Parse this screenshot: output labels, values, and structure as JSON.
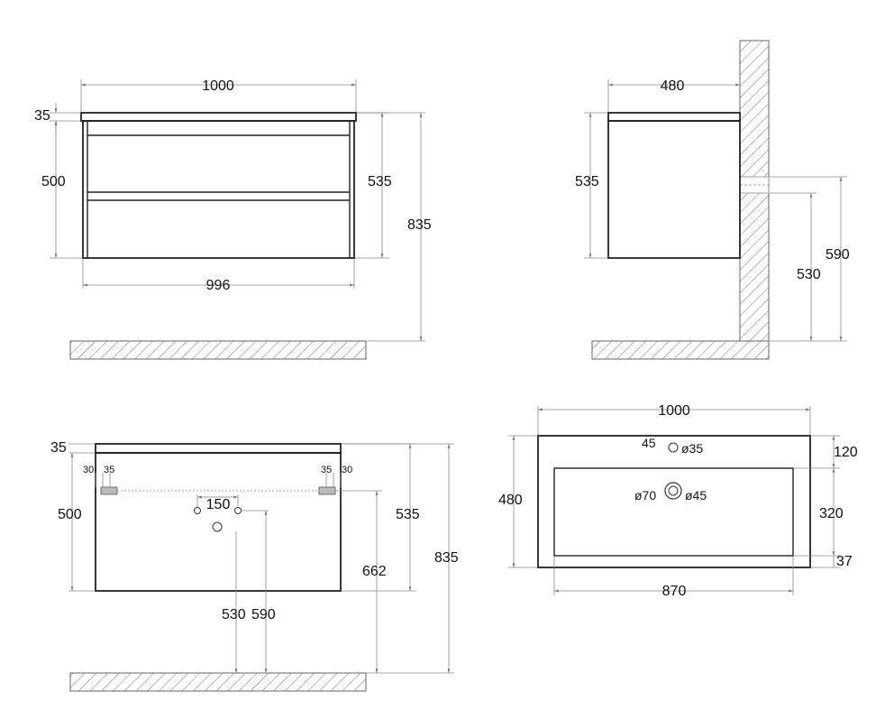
{
  "front_view": {
    "width_total": "1000",
    "top_thickness": "35",
    "body_height": "500",
    "height_with_top": "535",
    "total_height": "835",
    "body_width": "996"
  },
  "side_view": {
    "depth": "480",
    "height": "535",
    "pipe_height_lower": "530",
    "pipe_height_upper": "590"
  },
  "rear_view": {
    "top_thickness": "35",
    "body_height": "500",
    "bracket_left_30": "30",
    "bracket_left_35": "35",
    "bracket_right_35": "35",
    "bracket_right_30": "30",
    "pipe_spacing": "150",
    "height_with_top": "535",
    "bracket_height": "662",
    "total_height": "835",
    "pipe_height_lower": "530",
    "pipe_height_upper": "590"
  },
  "top_view": {
    "width_total": "1000",
    "depth": "480",
    "tap_offset": "45",
    "tap_hole": "ø35",
    "top_margin": "120",
    "drain_outer": "ø70",
    "drain_inner": "ø45",
    "basin_depth": "320",
    "front_margin": "37",
    "basin_width": "870"
  }
}
